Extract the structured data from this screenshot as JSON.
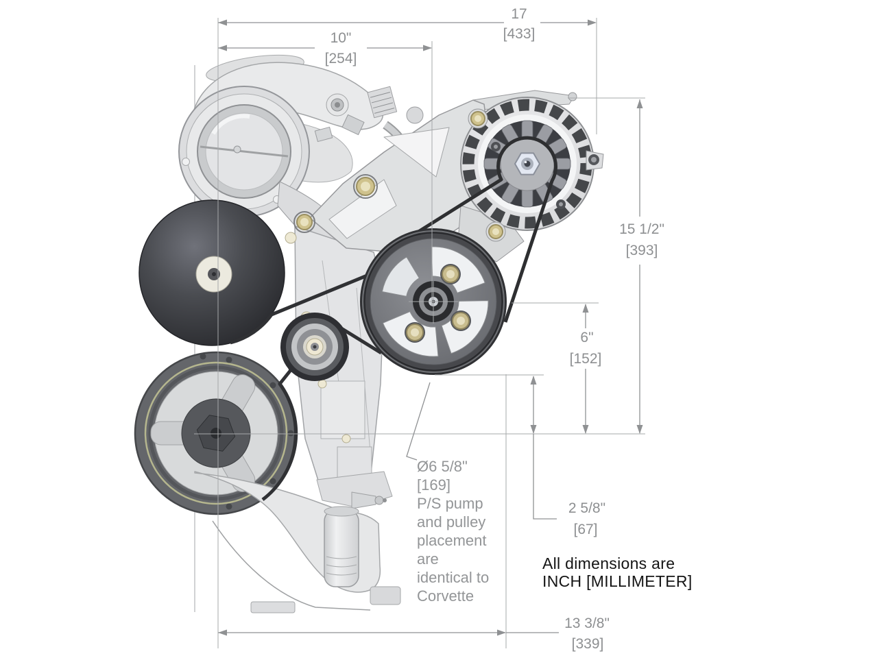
{
  "drawing": {
    "kind": "engine accessory drive dimension drawing",
    "dimensions": {
      "total_width": {
        "inch": "17",
        "mm": "[433]"
      },
      "ps_center_width": {
        "inch": "10\"",
        "mm": "[254]"
      },
      "alt_height": {
        "inch": "15 1/2\"",
        "mm": "[393]"
      },
      "ps_center_height": {
        "inch": "6\"",
        "mm": "[152]"
      },
      "ps_edge_height": {
        "inch": "2 5/8\"",
        "mm": "[67]"
      },
      "belt_edge_width": {
        "inch": "13 3/8\"",
        "mm": "[339]"
      }
    },
    "callout": {
      "diameter": "Ø6 5/8\"",
      "diameter_mm": "[169]",
      "note_lines": [
        "P/S pump",
        "and pulley",
        "placement",
        "are",
        "identical to",
        "Corvette"
      ]
    },
    "footnote": {
      "line1": "All dimensions are",
      "line2": "INCH [MILLIMETER]"
    },
    "colors": {
      "dimension_text": "#8d8f91",
      "footnote_text": "#141414",
      "bolt_gold": "#cfc28d",
      "dark_metal": "#3b3d40",
      "light_metal": "#e4e5e6"
    }
  }
}
